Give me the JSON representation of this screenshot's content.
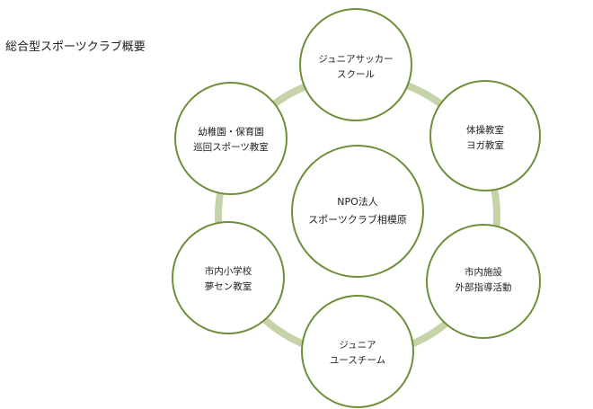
{
  "title": "総合型スポーツクラブ概要",
  "center": {
    "lines": [
      "NPO法人",
      "スポーツクラブ相模原"
    ]
  },
  "nodes": [
    {
      "id": "junior-soccer",
      "lines": [
        "ジュニアサッカー",
        "スクール"
      ]
    },
    {
      "id": "gym-yoga",
      "lines": [
        "体操教室",
        "ヨガ教室"
      ]
    },
    {
      "id": "city-facility",
      "lines": [
        "市内施設",
        "外部指導活動"
      ]
    },
    {
      "id": "junior-youth",
      "lines": [
        "ジュニア",
        "ユースチーム"
      ]
    },
    {
      "id": "city-school",
      "lines": [
        "市内小学校",
        "夢セン教室"
      ]
    },
    {
      "id": "kindergarten",
      "lines": [
        "幼稚園・保育園",
        "巡回スポーツ教室"
      ]
    }
  ],
  "colors": {
    "circle_stroke": "#6e8f3a",
    "ring": "#c5d4a8"
  }
}
